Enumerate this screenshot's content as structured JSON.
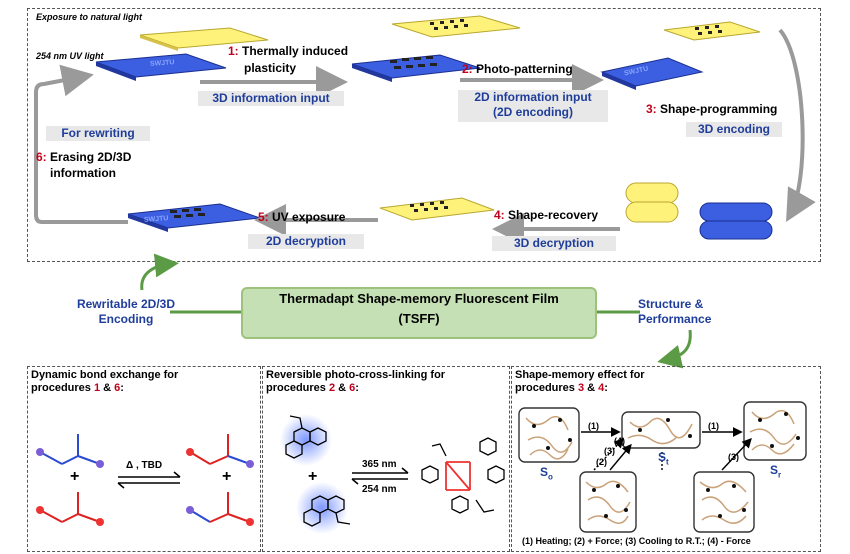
{
  "top": {
    "exposure_natural": "Exposure to natural light",
    "uv_light_254": "254 nm UV light",
    "step1_num": "1:",
    "step1_text_a": "Thermally induced",
    "step1_text_b": "plasticity",
    "badge_3d_input": "3D information input",
    "step2_num": "2:",
    "step2_text": "Photo-patterning",
    "badge_2d_input_a": "2D information input",
    "badge_2d_input_b": "(2D encoding)",
    "step3_num": "3:",
    "step3_text": "Shape-programming",
    "badge_3d_encoding": "3D encoding",
    "badge_rewriting": "For rewriting",
    "step6_num": "6:",
    "step6_text_a": "Erasing 2D/3D",
    "step6_text_b": "information",
    "step5_num": "5:",
    "step5_text": "UV exposure",
    "badge_2d_decryption": "2D decryption",
    "step4_num": "4:",
    "step4_text": "Shape-recovery",
    "badge_3d_decryption": "3D decryption",
    "film_text": "SWJTU"
  },
  "middle": {
    "title_a": "Thermadapt Shape-memory Fluorescent Film",
    "title_b": "(TSFF)",
    "left_a": "Rewritable 2D/3D",
    "left_b": "Encoding",
    "right_a": "Structure &",
    "right_b": "Performance"
  },
  "panel1": {
    "title_a": "Dynamic bond exchange for",
    "title_b_pre": "procedures ",
    "n1": "1",
    "amp": " & ",
    "n2": "6",
    "colon": ":",
    "plus": "+",
    "conditions": "Δ , TBD"
  },
  "panel2": {
    "title_a": "Reversible photo-cross-linking for",
    "title_b_pre": "procedures ",
    "n1": "2",
    "amp": " & ",
    "n2": "6",
    "colon": ":",
    "plus": "+",
    "forward": "365 nm",
    "backward": "254 nm"
  },
  "panel3": {
    "title_a": "Shape-memory effect for",
    "title_b_pre": "procedures ",
    "n1": "3",
    "amp": " & ",
    "n2": "4",
    "colon": ":",
    "so": "S",
    "so_sub": "o",
    "st": "S",
    "st_sub": "t",
    "sr": "S",
    "sr_sub": "r",
    "s1": "(1)",
    "s2": "(2)",
    "s3": "(3)",
    "s4": "(4)",
    "s1b": "(1)",
    "s3b": "(3)",
    "legend": "(1) Heating; (2) + Force; (3) Cooling to R.T.; (4) - Force"
  },
  "colors": {
    "film_yellow": "#fff27a",
    "film_blue": "#3050d8",
    "arrow_gray": "#999999",
    "green_box": "#c5e0b4",
    "green_arrow": "#5c9b45",
    "step_red": "#c0001a",
    "badge_blue": "#1f3d9a"
  }
}
